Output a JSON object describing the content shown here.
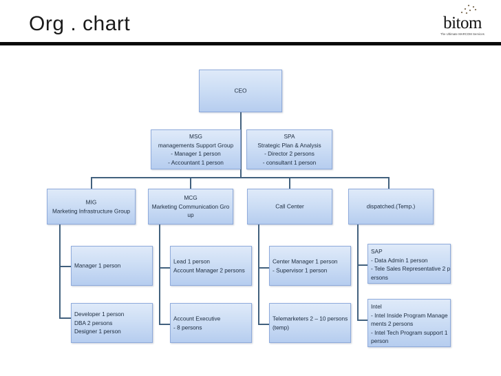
{
  "slide": {
    "title": "Org . chart",
    "background": "#ffffff",
    "rule_color": "#0a0a0a"
  },
  "logo": {
    "wordmark": "bitom",
    "tagline": "The Ultimate MARCOM Services",
    "dot_color": "#7a6a52"
  },
  "theme": {
    "node_border": "#8eaadb",
    "node_fill_top": "#dfeaf9",
    "node_fill_bottom": "#b6cdef",
    "connector": "#41607d",
    "text": "#1b2a3d"
  },
  "chart_data": {
    "type": "diagram",
    "subtype": "org-chart",
    "title": "Org . chart",
    "nodes": [
      {
        "id": "ceo",
        "level": 0,
        "label": "CEO",
        "align": "center",
        "parent": null
      },
      {
        "id": "msg",
        "level": 1,
        "label": "MSG\nmanagements Support Group\n- Manager 1 person\n- Accountant 1 person",
        "align": "center",
        "parent": "ceo"
      },
      {
        "id": "spa",
        "level": 1,
        "label": "SPA\nStrategic Plan & Analysis\n- Director 2 persons\n- consultant 1 person",
        "align": "center",
        "parent": "ceo"
      },
      {
        "id": "mig",
        "level": 2,
        "label": "MIG\nMarketing Infrastructure Group",
        "align": "center",
        "parent": "ceo"
      },
      {
        "id": "mcg",
        "level": 2,
        "label": "MCG\nMarketing Communication Gro up",
        "align": "center",
        "parent": "ceo"
      },
      {
        "id": "callcenter",
        "level": 2,
        "label": "Call Center",
        "align": "center",
        "parent": "ceo"
      },
      {
        "id": "dispatched",
        "level": 2,
        "label": "dispatched.(Temp.)",
        "align": "center",
        "parent": "ceo"
      },
      {
        "id": "mig-child-1",
        "level": 3,
        "label": "Manager 1 person",
        "align": "left",
        "parent": "mig"
      },
      {
        "id": "mig-child-2",
        "level": 4,
        "label": "Developer 1 person\nDBA 2 persons\nDesigner 1 person",
        "align": "left",
        "parent": "mig"
      },
      {
        "id": "mcg-child-1",
        "level": 3,
        "label": "Lead 1 person\nAccount Manager 2 persons",
        "align": "left",
        "parent": "mcg"
      },
      {
        "id": "mcg-child-2",
        "level": 4,
        "label": "Account Executive\n- 8 persons",
        "align": "left",
        "parent": "mcg"
      },
      {
        "id": "cc-child-1",
        "level": 3,
        "label": "Center Manager 1 person\n- Supervisor 1 person",
        "align": "left",
        "parent": "callcenter"
      },
      {
        "id": "cc-child-2",
        "level": 4,
        "label": "Telemarketers 2 – 10 persons (temp)",
        "align": "left",
        "parent": "callcenter"
      },
      {
        "id": "disp-child-1",
        "level": 3,
        "label": "SAP\n- Data Admin 1 person\n- Tele Sales  Representative 2 persons",
        "align": "left",
        "parent": "dispatched"
      },
      {
        "id": "disp-child-2",
        "level": 4,
        "label": "Intel\n- Intel Inside Program Managements 2 persons\n- Intel Tech Program support 1 person",
        "align": "left",
        "parent": "dispatched"
      }
    ]
  }
}
